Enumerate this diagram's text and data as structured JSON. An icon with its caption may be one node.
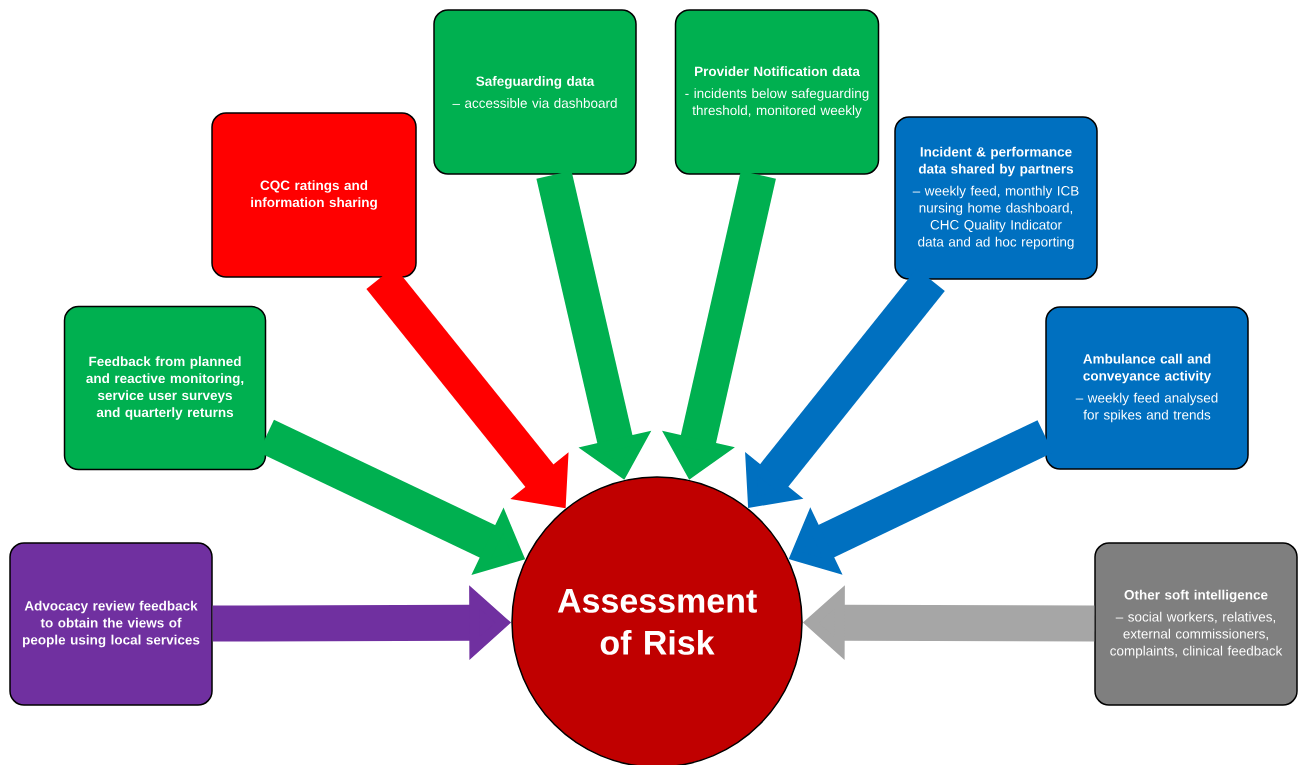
{
  "diagram": {
    "nodes": [
      {
        "text": [
          "Assessment of Risk"
        ]
      },
      {
        "text": [
          "Advocacy review feedback to obtain the views of people using local services"
        ]
      },
      {
        "text": [
          "Feedback from planned and reactive monitoring, service user surveys and quarterly returns"
        ]
      },
      {
        "text": [
          "CQC ratings and information sharing"
        ]
      },
      {
        "text": [
          "Safeguarding data",
          "– accessible via dashboard"
        ]
      },
      {
        "text": [
          "Provider Notification data",
          "- incidents below safeguarding threshold, monitored weekly"
        ]
      },
      {
        "text": [
          "Incident & performance data shared by partners",
          "– weekly feed, monthly ICB nursing home dashboard, CHC Quality Indicator data and ad hoc reporting"
        ]
      },
      {
        "text": [
          "Ambulance call and conveyance activity",
          "– weekly feed analysed for spikes and trends"
        ]
      },
      {
        "text": [
          "Other soft intelligence",
          "– social workers, relatives, external commissioners, complaints, clinical feedback"
        ]
      }
    ],
    "edges": [
      {
        "from": 1,
        "to": 0,
        "arrow": "to",
        "color": "#7030a0"
      },
      {
        "from": 2,
        "to": 0,
        "arrow": "to"
      },
      {
        "from": 3,
        "to": 0,
        "arrow": "to",
        "color": "#ff0000"
      },
      {
        "from": 4,
        "to": 0,
        "arrow": "to"
      },
      {
        "from": 5,
        "to": 0,
        "arrow": "to"
      },
      {
        "from": 6,
        "to": 0,
        "arrow": "to",
        "color": "#0070c0"
      },
      {
        "from": 7,
        "to": 0,
        "arrow": "to",
        "color": "#0070c0"
      },
      {
        "from": 8,
        "to": 0,
        "arrow": "to",
        "color": "#a6a6a6"
      }
    ]
  }
}
